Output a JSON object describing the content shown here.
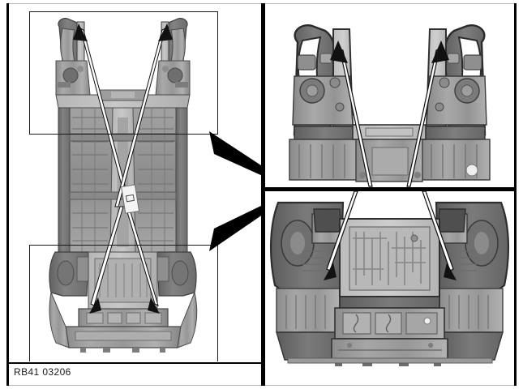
{
  "document": {
    "figure_id": "RB41 03206",
    "type": "technical-service-illustration",
    "subject": "Vehicle body underbody overview with two magnified detail views"
  },
  "frame": {
    "border_color": "#000000",
    "divider_color": "#000000",
    "background": "#ffffff"
  },
  "panels": [
    {
      "key": "overview",
      "name": "underbody-overview",
      "position": "left",
      "description": "Full underbody view of vehicle with front and rear measuring point areas outlined"
    },
    {
      "key": "detail_front",
      "name": "front-detail-view",
      "position": "top-right",
      "description": "Magnified front body structure showing strut tower measuring points"
    },
    {
      "key": "detail_rear",
      "name": "rear-detail-view",
      "position": "bottom-right",
      "description": "Magnified rear floor / rear end measuring points"
    }
  ],
  "callouts": [
    {
      "key": "front",
      "name": "callout-box-front",
      "label": ""
    },
    {
      "key": "rear",
      "name": "callout-box-rear",
      "label": ""
    }
  ],
  "pointers": [
    {
      "key": "front_pointer",
      "name": "taper-arrow-to-front-detail",
      "direction": "right"
    },
    {
      "key": "rear_pointer",
      "name": "taper-arrow-to-rear-detail",
      "direction": "right"
    }
  ],
  "measuring_points": {
    "overview_front": 2,
    "overview_rear": 2,
    "detail_front": 2,
    "detail_rear": 2
  },
  "tag": {
    "text": ""
  },
  "colors": {
    "frame": "#000000",
    "metal_mid": "#9a9a9a",
    "metal_dark": "#6e6e6e",
    "metal_light": "#bdbdbd",
    "arrow": "#111111",
    "paper": "#ffffff",
    "caption_text": "#1a1a1a"
  }
}
